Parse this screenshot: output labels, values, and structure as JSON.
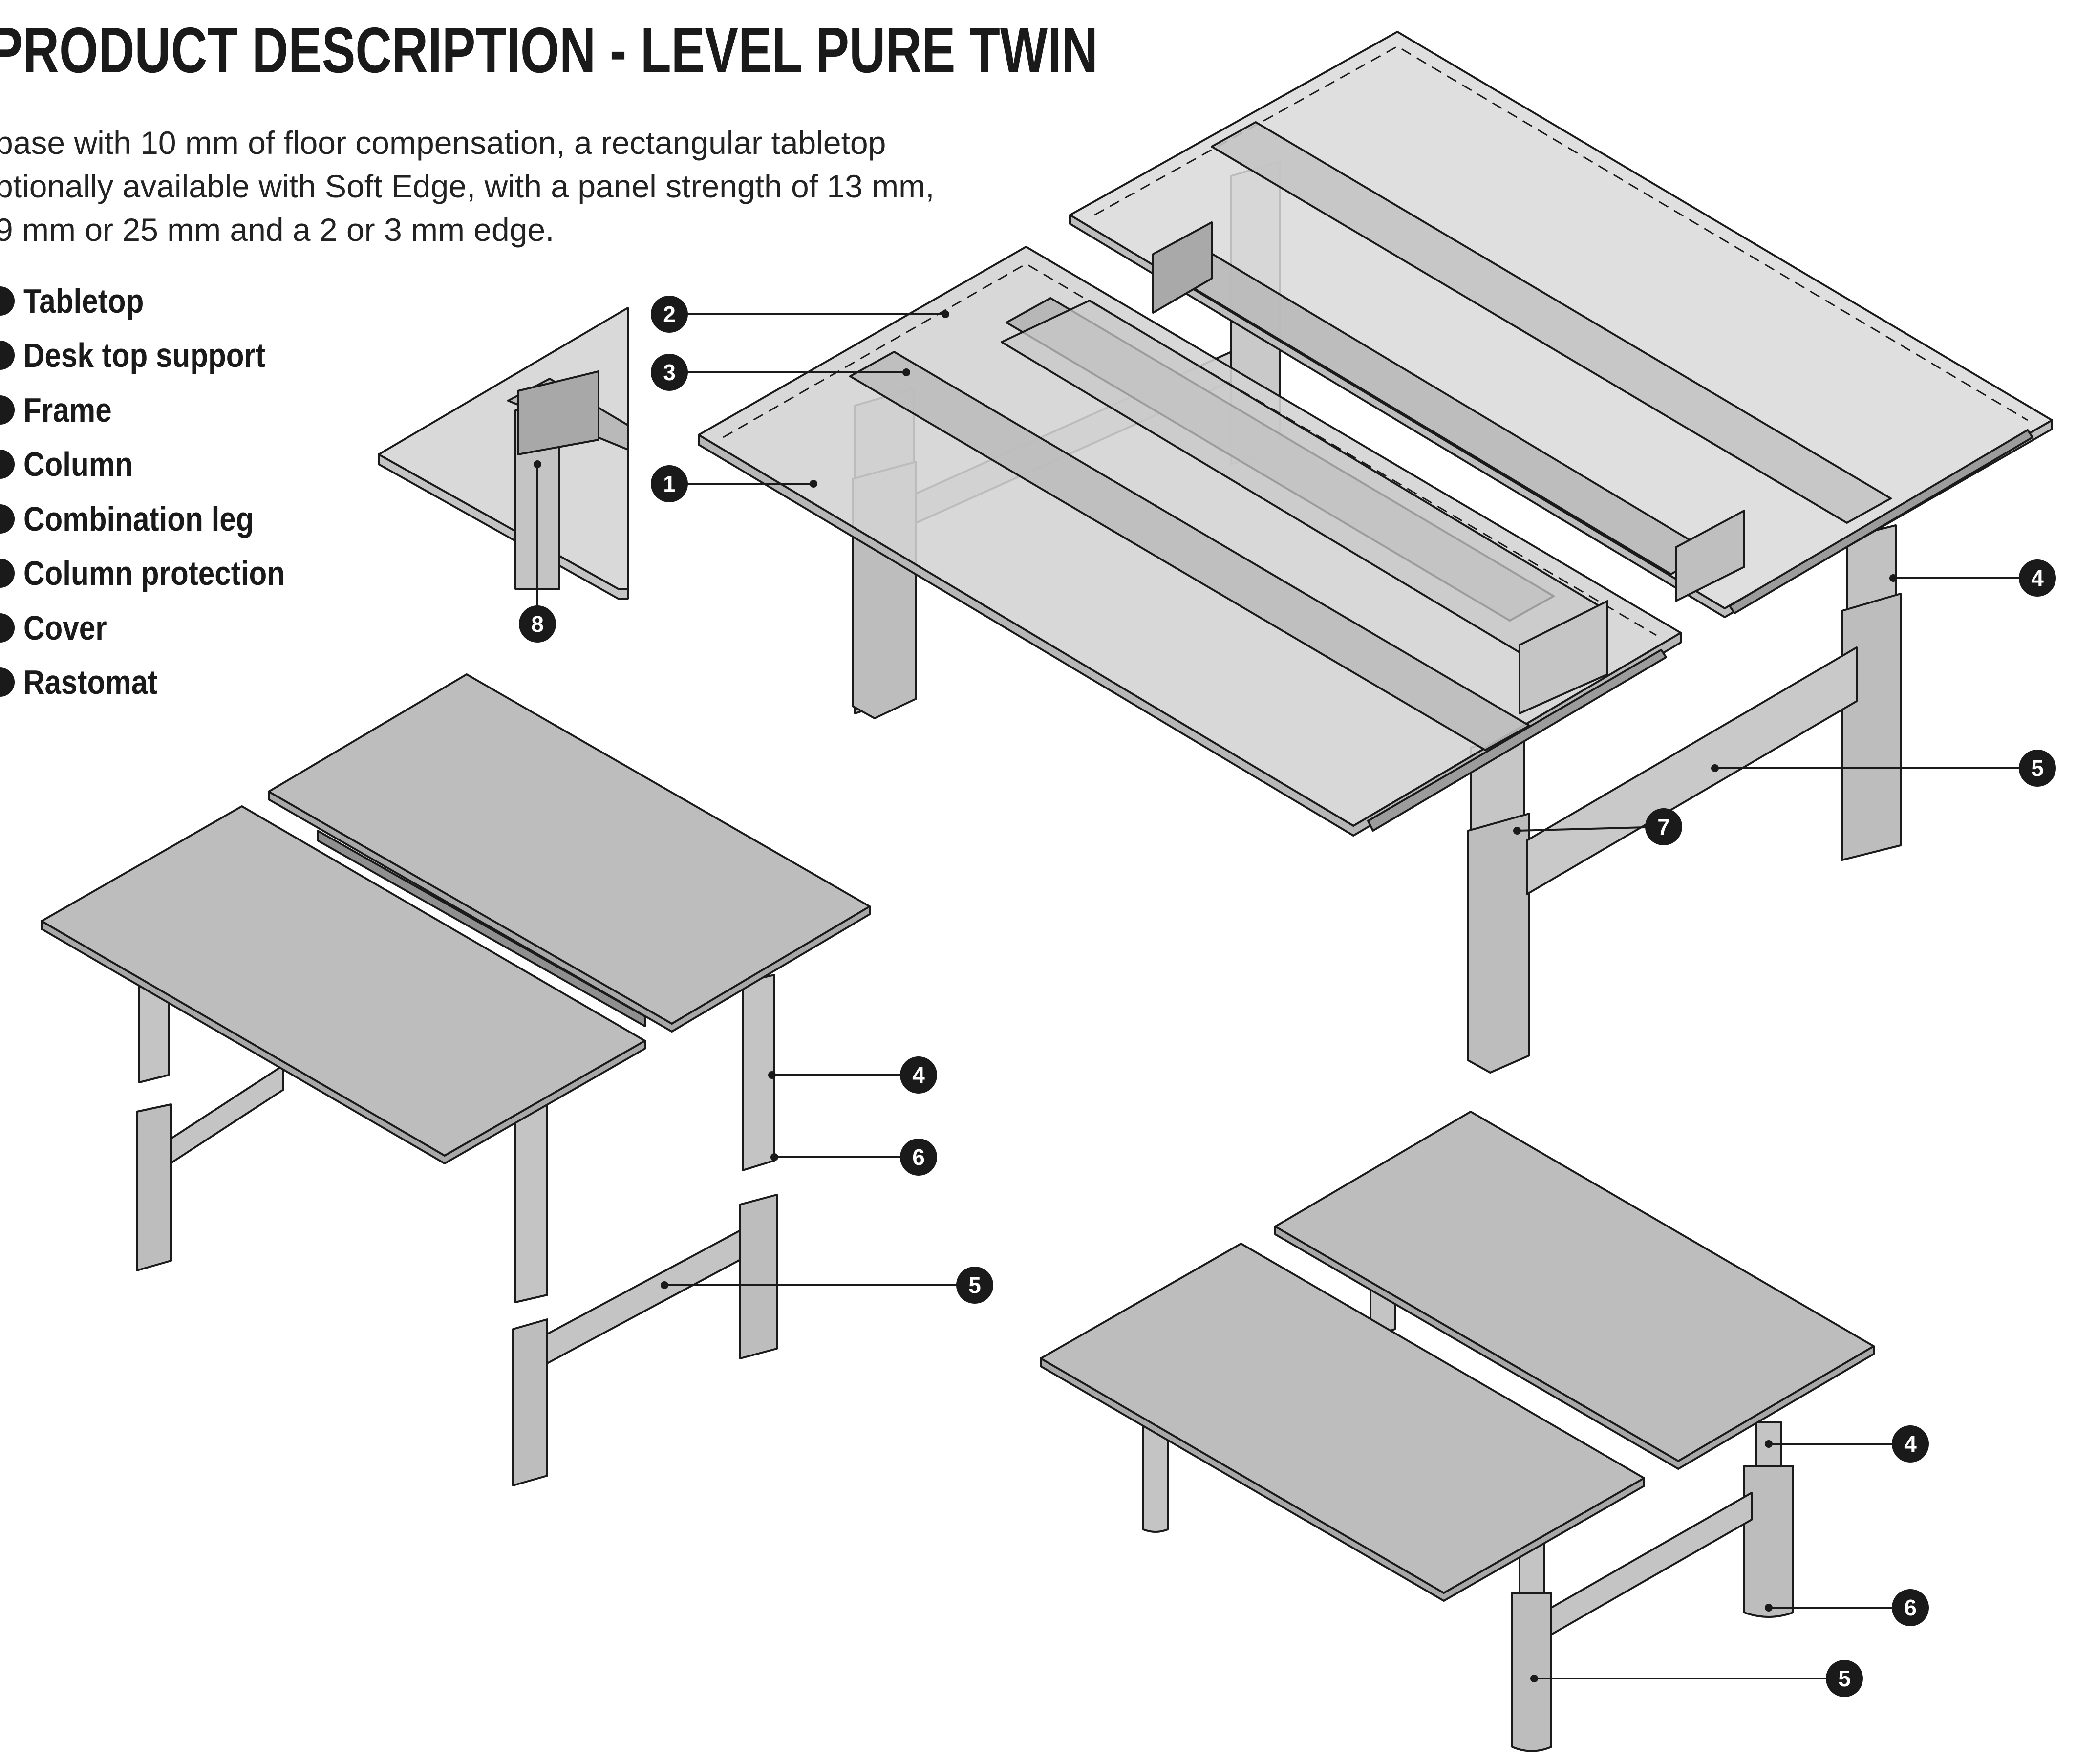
{
  "title": "PRODUCT DESCRIPTION - LEVEL PURE TWIN",
  "description": [
    "base with 10 mm of floor compensation, a rectangular tabletop",
    "ptionally available with Soft Edge, with a panel strength of 13 mm,",
    "9 mm or 25 mm and a 2 or 3 mm edge."
  ],
  "legend": [
    {
      "label": "Tabletop"
    },
    {
      "label": "Desk top support"
    },
    {
      "label": "Frame"
    },
    {
      "label": "Column"
    },
    {
      "label": "Combination leg"
    },
    {
      "label": "Column protection"
    },
    {
      "label": "Cover"
    },
    {
      "label": "Rastomat"
    }
  ],
  "callouts": {
    "main": [
      "1",
      "2",
      "3",
      "4",
      "5",
      "7"
    ],
    "detail": [
      "8"
    ],
    "left": [
      "4",
      "6",
      "5"
    ],
    "bottom": [
      "4",
      "6",
      "5"
    ]
  },
  "colors": {
    "ink": "#1a1a1a",
    "glass_top": "#d9d9d9",
    "solid_top": "#bdbdbd",
    "metal": "#c2c2c2"
  }
}
